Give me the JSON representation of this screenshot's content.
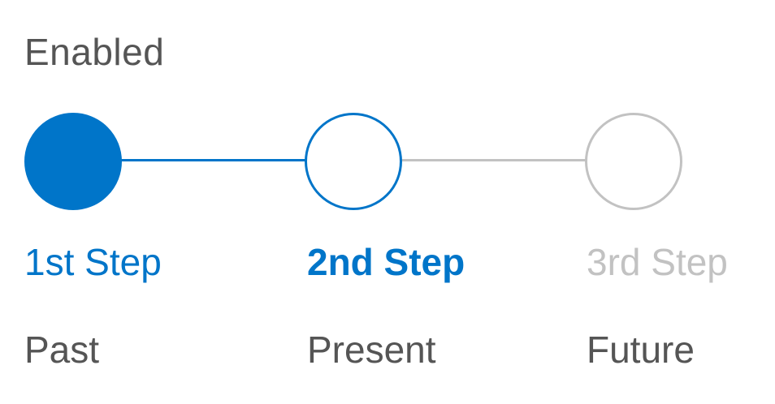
{
  "heading": "Enabled",
  "colors": {
    "active": "#0075c9",
    "inactive": "#c2c2c2",
    "text": "#555555"
  },
  "steps": [
    {
      "label": "1st Step",
      "state": "Past",
      "status": "completed"
    },
    {
      "label": "2nd Step",
      "state": "Present",
      "status": "current"
    },
    {
      "label": "3rd Step",
      "state": "Future",
      "status": "upcoming"
    }
  ]
}
